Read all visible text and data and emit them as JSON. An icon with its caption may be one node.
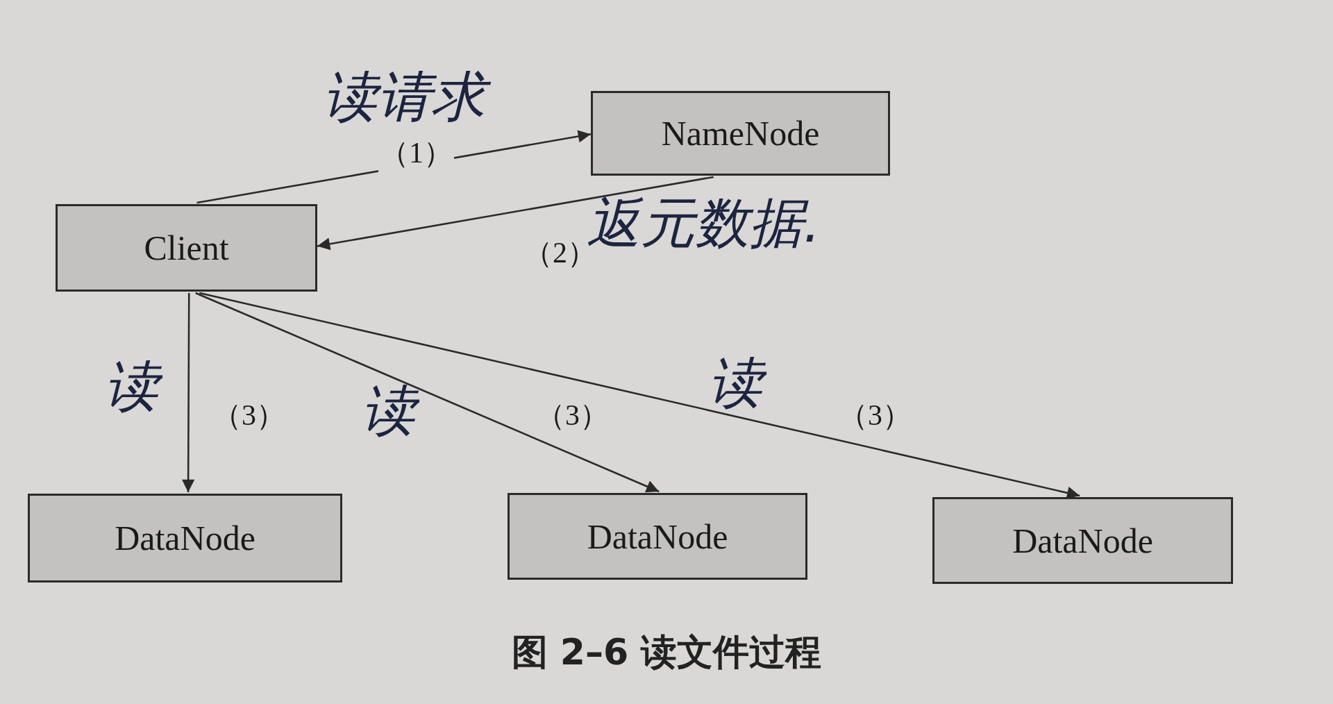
{
  "diagram": {
    "caption": "图 2–6 读文件过程",
    "nodes": [
      {
        "text": [
          "NameNode"
        ]
      },
      {
        "text": [
          "Client"
        ]
      },
      {
        "text": [
          "DataNode"
        ]
      },
      {
        "text": [
          "DataNode"
        ]
      },
      {
        "text": [
          "DataNode"
        ]
      }
    ],
    "edges": [
      {
        "from": 1,
        "to": 0,
        "arrow": "to",
        "label": "（1）"
      },
      {
        "from": 0,
        "to": 1,
        "arrow": "to",
        "label": "（2）"
      },
      {
        "from": 1,
        "to": 2,
        "arrow": "to",
        "label": "（3）"
      },
      {
        "from": 1,
        "to": 3,
        "arrow": "to",
        "label": "（3）"
      },
      {
        "from": 1,
        "to": 4,
        "arrow": "to",
        "label": "（3）"
      }
    ],
    "labels": [
      "读请求",
      "返元数据.",
      "读",
      "读",
      "读"
    ]
  }
}
